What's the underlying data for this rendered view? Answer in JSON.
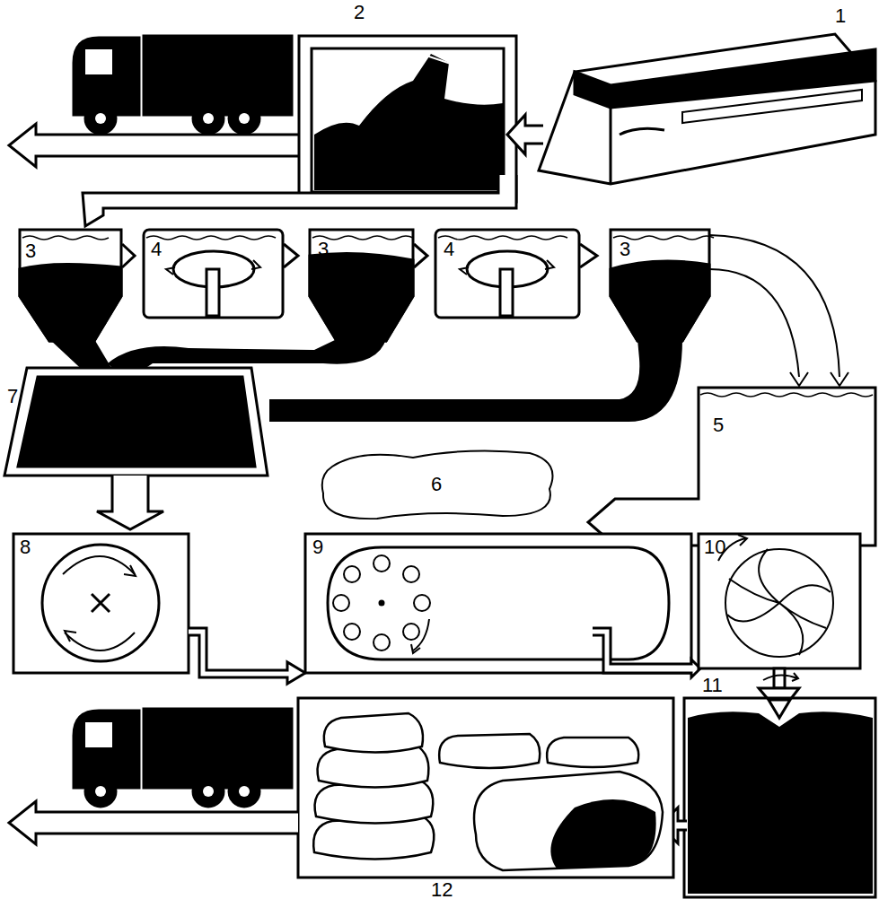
{
  "diagram": {
    "labels": [
      "2",
      "1",
      "3",
      "4",
      "3",
      "4",
      "3",
      "7",
      "6",
      "5",
      "8",
      "9",
      "10",
      "11",
      "12"
    ]
  }
}
